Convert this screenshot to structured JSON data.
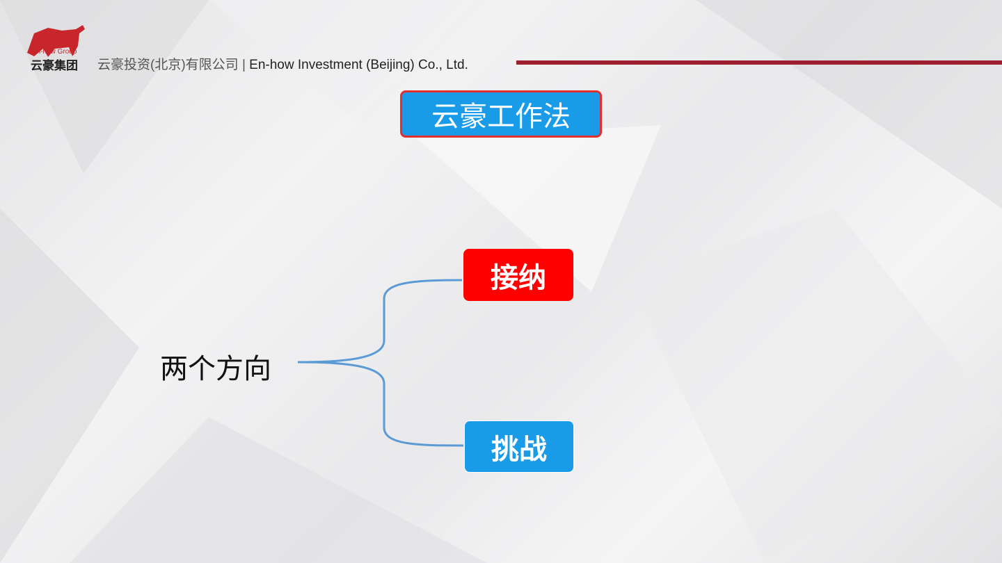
{
  "header": {
    "logo_en": "En-how Group",
    "logo_cn": "云豪集团",
    "company_cn": "云豪投资(北京)有限公司",
    "separator": "|",
    "company_en": "En-how Investment (Beijing) Co., Ltd."
  },
  "title": "云豪工作法",
  "diagram": {
    "root": "两个方向",
    "branches": [
      {
        "label": "接纳",
        "color": "#ff0000"
      },
      {
        "label": "挑战",
        "color": "#1a9be8"
      }
    ]
  }
}
